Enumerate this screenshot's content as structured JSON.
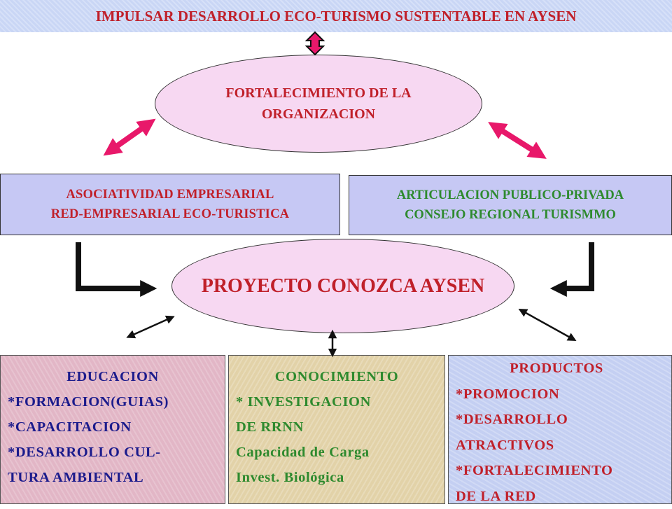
{
  "banner": {
    "title": "IMPULSAR DESARROLLO ECO-TURISMO SUSTENTABLE EN AYSEN"
  },
  "top_ellipse": {
    "lines": [
      "FORTALECIMIENTO DE LA",
      "ORGANIZACION"
    ]
  },
  "left_box": {
    "lines": [
      "ASOCIATIVIDAD EMPRESARIAL",
      "RED-EMPRESARIAL ECO-TURISTICA"
    ]
  },
  "right_box": {
    "lines": [
      "ARTICULACION PUBLICO-PRIVADA",
      "CONSEJO REGIONAL TURISMMO"
    ]
  },
  "center_ellipse": {
    "title": "PROYECTO CONOZCA AYSEN"
  },
  "education_box": {
    "heading": "EDUCACION",
    "lines": [
      "*FORMACION(GUIAS)",
      "*CAPACITACION",
      "*DESARROLLO CUL-",
      "TURA AMBIENTAL"
    ]
  },
  "knowledge_box": {
    "heading": "CONOCIMIENTO",
    "lines": [
      "* INVESTIGACION",
      "DE RRNN",
      "Capacidad de Carga",
      "Invest. Biológica"
    ]
  },
  "products_box": {
    "heading": "PRODUCTOS",
    "lines": [
      "*PROMOCION",
      "*DESARROLLO",
      "ATRACTIVOS",
      "*FORTALECIMIENTO",
      "DE LA RED"
    ]
  },
  "colors": {
    "red_text": "#c0202a",
    "green_text": "#2e8a2e",
    "navy_text": "#1b1b8c",
    "pink_arrow": "#e8186a",
    "ellipse_fill": "#f7d8f2",
    "box_fill": "#c6c8f4"
  }
}
